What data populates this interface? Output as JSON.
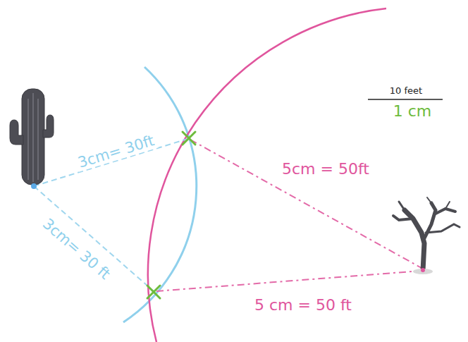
{
  "diagram": {
    "labels": [
      "3cm= 30ft",
      "3cm= 30 ft",
      "5cm = 50ft",
      "5 cm = 50 ft",
      "10 feet",
      "1 cm"
    ]
  }
}
